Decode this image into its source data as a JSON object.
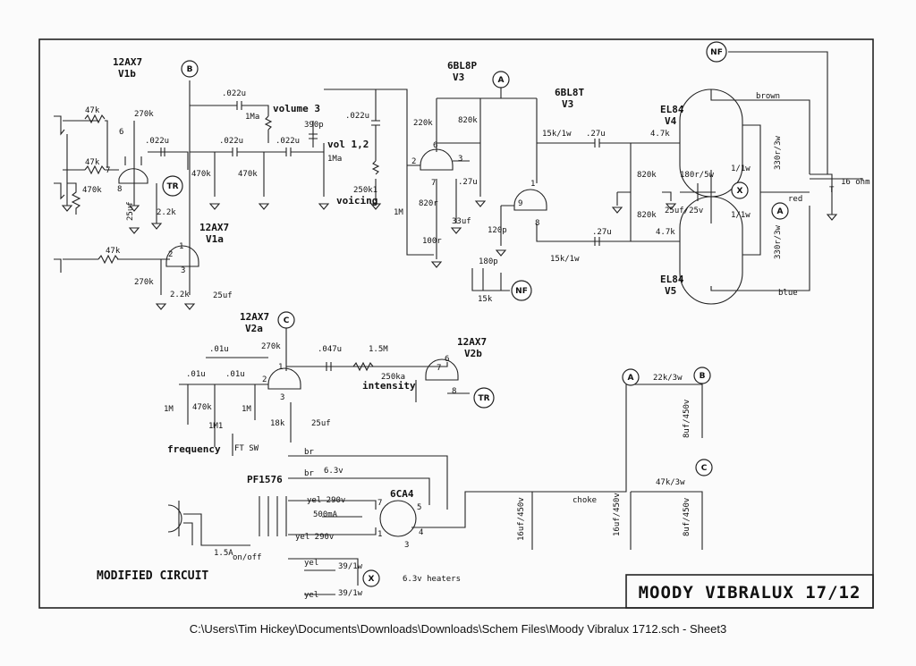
{
  "title_block": {
    "title": "MOODY VIBRALUX 17/12"
  },
  "footer": {
    "path": "C:\\Users\\Tim Hickey\\Documents\\Downloads\\Downloads\\Schem Files\\Moody Vibralux 1712.sch  -  Sheet3"
  },
  "notes": {
    "modified": "MODIFIED CIRCUIT",
    "heaters": "6.3v heaters"
  },
  "nodes": [
    {
      "id": "B",
      "label": "B"
    },
    {
      "id": "A",
      "label": "A"
    },
    {
      "id": "NF",
      "label": "NF"
    },
    {
      "id": "TR",
      "label": "TR"
    },
    {
      "id": "NF2",
      "label": "NF"
    },
    {
      "id": "X",
      "label": "X"
    },
    {
      "id": "A2",
      "label": "A"
    },
    {
      "id": "C",
      "label": "C"
    },
    {
      "id": "TR2",
      "label": "TR"
    },
    {
      "id": "A3",
      "label": "A"
    },
    {
      "id": "B2",
      "label": "B"
    },
    {
      "id": "C2",
      "label": "C"
    },
    {
      "id": "X2",
      "label": "X"
    }
  ],
  "tubes": [
    {
      "type": "12AX7",
      "name": "V1b"
    },
    {
      "type": "12AX7",
      "name": "V1a"
    },
    {
      "type": "6BL8P",
      "name": "V3"
    },
    {
      "type": "6BL8T",
      "name": "V3"
    },
    {
      "type": "EL84",
      "name": "V4"
    },
    {
      "type": "EL84",
      "name": "V5"
    },
    {
      "type": "12AX7",
      "name": "V2a"
    },
    {
      "type": "12AX7",
      "name": "V2b"
    },
    {
      "type": "6CA4",
      "name": ""
    }
  ],
  "labels": {
    "r47k_a": "47k",
    "r470k_a": "470k",
    "r47k_b": "47k",
    "r270k_a": "270k",
    "c022_a": ".022u",
    "r470k_b": "470k",
    "c022_top": ".022u",
    "pot_vol3": "1Ma",
    "vol3": "volume 3",
    "c022_b": ".022u",
    "c022_c": ".022u",
    "r470k_c": "470k",
    "r470k_d": "470k",
    "c390": "390p",
    "vol12": "vol 1,2",
    "pot_vol12": "1Ma",
    "c022_d": ".022u",
    "r250k": "250k1",
    "voicing": "voicing",
    "c25_a": "25uf",
    "r22k_a": "2.2k",
    "r47k_c": "47k",
    "r270k_b": "270k",
    "r22k_b": "2.2k",
    "c25_b": "25uf",
    "r220k": "220k",
    "r820k_a": "820k",
    "r1m": "1M",
    "r820r": "820r",
    "r100r": "100r",
    "c33": "33uf",
    "c27_a": ".27u",
    "c120": "120p",
    "c180": "180p",
    "r15k": "15k",
    "r15k1w_a": "15k/1w",
    "c27_b": ".27u",
    "r47k_d": "4.7k",
    "r820k_b": "820k",
    "r820k_c": "820k",
    "c27_c": ".27u",
    "r47k_e": "4.7k",
    "r15k1w_b": "15k/1w",
    "r180r": "180r/5w",
    "c25_25": "25uf/25v",
    "r11w_a": "1/1w",
    "r11w_b": "1/1w",
    "r330_a": "330r/3w",
    "r330_b": "330r/3w",
    "brown": "brown",
    "blue": "blue",
    "red": "red",
    "out": "16 ohm",
    "tlabel": "T",
    "c01_a": ".01u",
    "c01_b": ".01u",
    "c01_c": ".01u",
    "r270k_c": "270k",
    "c047": ".047u",
    "r15m": "1.5M",
    "r250ka": "250ka",
    "intensity": "intensity",
    "r1m_a": "1M",
    "r470k_e": "470k",
    "r1m1": "1M1",
    "r1m_b": "1M",
    "r18k": "18k",
    "c25_c": "25uf",
    "frequency": "frequency",
    "ftsw": "FT SW",
    "r22k3w": "22k/3w",
    "c8_a": "8uf/450v",
    "choke": "choke",
    "c16_a": "16uf/450v",
    "c16_b": "16uf/450v",
    "r47k3w": "47k/3w",
    "c8_b": "8uf/450v",
    "pf": "PF1576",
    "br1": "br",
    "br2": "br",
    "v63": "6.3v",
    "yel290a": "yel 290v",
    "ma500": "500mA",
    "yel290b": "yel 290v",
    "fuse": "1.5A",
    "onoff": "on/off",
    "yel1": "yel",
    "yel2": "yel",
    "r39_a": "39/1w",
    "r39_b": "39/1w"
  }
}
